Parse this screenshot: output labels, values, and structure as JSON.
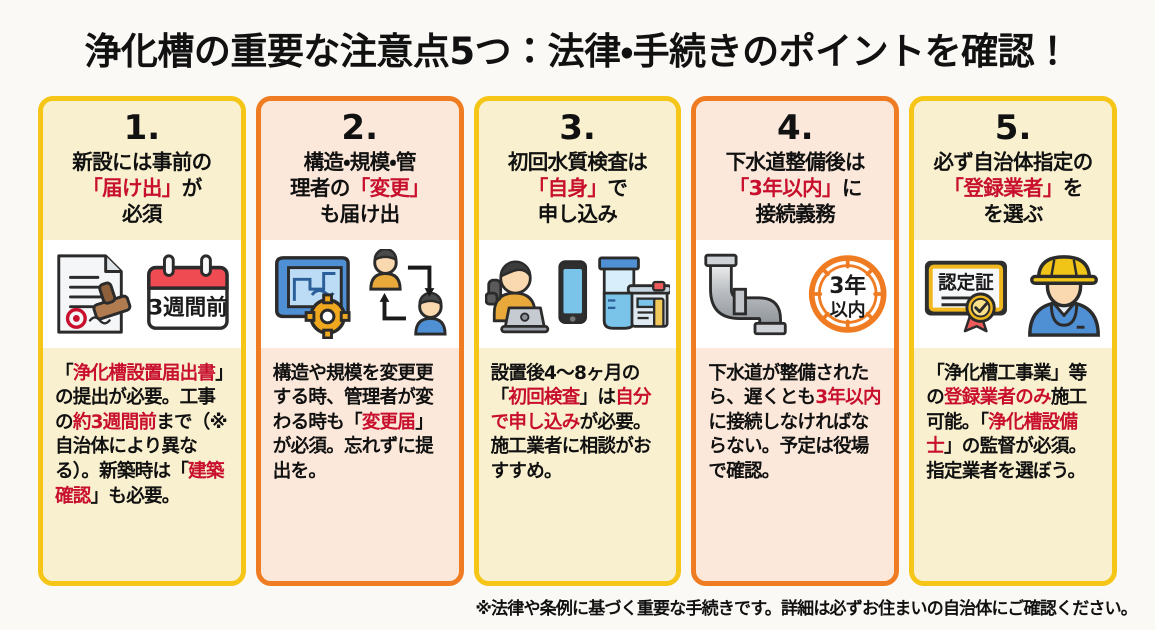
{
  "page": {
    "title": "浄化槽の重要な注意点5つ：法律・手続きのポイントを確認！",
    "background_color": "#fbf9f5",
    "accent_red": "#c8102e",
    "accent_yellow": "#f5c518",
    "accent_orange": "#ef7c22"
  },
  "cards": [
    {
      "number": "1.",
      "title_lines": [
        {
          "text": "新設には事前の",
          "highlight": false
        },
        {
          "text": "「届け出」",
          "highlight": true,
          "suffix": "が",
          "suffix_highlight": false
        },
        {
          "text": "必須",
          "highlight": false
        }
      ],
      "title_plain": "新設には事前の「届け出」が必須",
      "body_segments": [
        {
          "text": "「",
          "highlight": false
        },
        {
          "text": "浄化槽設置届出書",
          "highlight": true
        },
        {
          "text": "」の提出が必要。工事の",
          "highlight": false
        },
        {
          "text": "約3週間前",
          "highlight": true
        },
        {
          "text": "まで（※自治体により異なる）。新築時は「",
          "highlight": false
        },
        {
          "text": "建築確認",
          "highlight": true
        },
        {
          "text": "」も必要。",
          "highlight": false
        }
      ],
      "body_plain": "「浄化槽設置届出書」の提出が必要。工事の約3週間前まで（※自治体により異なる）。新築時は「建築確認」も必要。",
      "border_color": "#f5c518",
      "fill_color": "#f9f0cf",
      "illustration": {
        "icons": [
          "document-with-stamp-icon",
          "calendar-icon"
        ],
        "calendar_label": "3週間前"
      }
    },
    {
      "number": "2.",
      "title_lines": [
        {
          "text": "構造・規模・管",
          "highlight": false
        },
        {
          "text": "理者の",
          "highlight": false
        },
        {
          "text": "「変更」",
          "highlight": true
        },
        {
          "text": "も届け出",
          "highlight": false
        }
      ],
      "title_plain": "構造・規模・管理者の「変更」も届け出",
      "body_segments": [
        {
          "text": "構造や規模を変更更する時、管理者が変わる時も「",
          "highlight": false
        },
        {
          "text": "変更届",
          "highlight": true
        },
        {
          "text": "」が必須。忘れずに提出を。",
          "highlight": false
        }
      ],
      "body_plain": "構造や規模を変更更する時、管理者が変わる時も「変更届」が必須。忘れずに提出を。",
      "border_color": "#ef7c22",
      "fill_color": "#fbe8da",
      "illustration": {
        "icons": [
          "blueprint-gear-icon",
          "people-exchange-icon"
        ],
        "calendar_label": ""
      }
    },
    {
      "number": "3.",
      "title_lines": [
        {
          "text": "初回水質検査は",
          "highlight": false
        },
        {
          "text": "「自身」",
          "highlight": true,
          "suffix": "で"
        },
        {
          "text": "申し込み",
          "highlight": false
        }
      ],
      "title_plain": "初回水質検査は「自身」で申し込み",
      "body_segments": [
        {
          "text": "設置後4〜8ヶ月の「",
          "highlight": false
        },
        {
          "text": "初回検査",
          "highlight": true
        },
        {
          "text": "」は",
          "highlight": false
        },
        {
          "text": "自分で申し込み",
          "highlight": true
        },
        {
          "text": "が必要。施工業者に相談がおすすめ。",
          "highlight": false
        }
      ],
      "body_plain": "設置後4〜8ヶ月の「初回検査」は自分で申し込みが必要。施工業者に相談がおすすめ。",
      "border_color": "#f5c518",
      "fill_color": "#f9f0cf",
      "illustration": {
        "icons": [
          "person-phone-laptop-icon",
          "smartphone-icon",
          "water-test-kit-icon"
        ],
        "calendar_label": ""
      }
    },
    {
      "number": "4.",
      "title_lines": [
        {
          "text": "下水道整備後は",
          "highlight": false
        },
        {
          "text": "「3年以内」",
          "highlight": true,
          "suffix": "に"
        },
        {
          "text": "接続義務",
          "highlight": false
        }
      ],
      "title_plain": "下水道整備後は「3年以内」に接続義務",
      "body_segments": [
        {
          "text": "下水道が整備されたら、遅くとも",
          "highlight": false
        },
        {
          "text": "3年以内",
          "highlight": true
        },
        {
          "text": "に接続しなければならない。予定は役場で確認。",
          "highlight": false
        }
      ],
      "body_plain": "下水道が整備されたら、遅くとも3年以内に接続しなければならない。予定は役場で確認。",
      "border_color": "#ef7c22",
      "fill_color": "#fbe8da",
      "illustration": {
        "icons": [
          "pipe-icon",
          "clock-deadline-icon"
        ],
        "clock_label_line1": "3年",
        "clock_label_line2": "以内"
      }
    },
    {
      "number": "5.",
      "title_lines": [
        {
          "text": "必ず自治体指定の",
          "highlight": false
        },
        {
          "text": "「登録業者」",
          "highlight": true,
          "suffix": "を"
        },
        {
          "text": "を選ぶ",
          "highlight": false
        }
      ],
      "title_plain": "必ず自治体指定の「登録業者」をを選ぶ",
      "body_segments": [
        {
          "text": "「",
          "highlight": false
        },
        {
          "text": "浄化槽工事業",
          "highlight": false
        },
        {
          "text": "」等の",
          "highlight": false
        },
        {
          "text": "登録業者のみ",
          "highlight": true
        },
        {
          "text": "施工可能。「",
          "highlight": false
        },
        {
          "text": "浄化槽設備士",
          "highlight": true
        },
        {
          "text": "」の監督が必須。指定業者を選ぼう。",
          "highlight": false
        }
      ],
      "body_plain": "「浄化槽工事業」等の登録業者のみ施工可能。「浄化槽設備士」の監督が必須。指定業者を選ぼう。",
      "border_color": "#f5c518",
      "fill_color": "#f9f0cf",
      "illustration": {
        "icons": [
          "certificate-icon",
          "worker-helmet-icon"
        ],
        "certificate_label": "認定証"
      }
    }
  ],
  "footer": {
    "note": "※法律や条例に基づく重要な手続きです。詳細は必ずお住まいの自治体にご確認ください。"
  }
}
